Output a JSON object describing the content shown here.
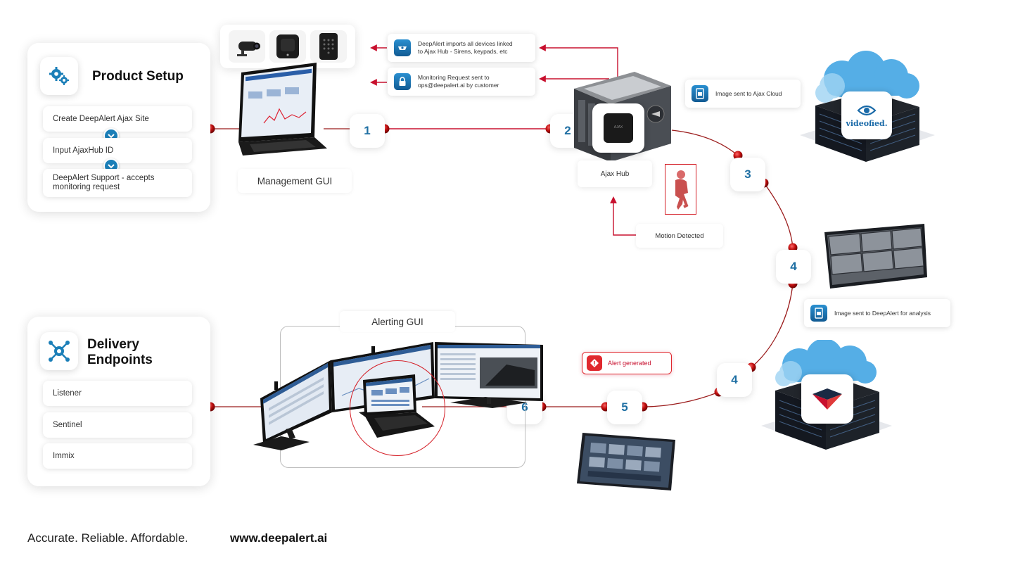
{
  "product_setup": {
    "title": "Product Setup",
    "steps": [
      "Create DeepAlert Ajax Site",
      "Input AjaxHub ID",
      "DeepAlert Support - accepts monitoring request"
    ]
  },
  "delivery": {
    "title_line1": "Delivery",
    "title_line2": "Endpoints",
    "items": [
      "Listener",
      "Sentinel",
      "Immix"
    ]
  },
  "labels": {
    "management_gui": "Management GUI",
    "alerting_gui": "Alerting GUI",
    "ajax_hub": "Ajax Hub",
    "motion_detected": "Motion Detected",
    "hub_brand": "AJAX",
    "videofied": "videofied."
  },
  "info": {
    "imports_line1": "DeepAlert imports all devices linked",
    "imports_line2": "to Ajax Hub - Sirens, keypads, etc",
    "monitoring_line1": "Monitoring Request sent to",
    "monitoring_line2": "ops@deepalert.ai by customer",
    "ajax_cloud": "Image sent to Ajax Cloud",
    "deepalert_analysis": "Image sent to DeepAlert for analysis",
    "alert_generated": "Alert generated"
  },
  "steps": {
    "s1": "1",
    "s2": "2",
    "s3": "3",
    "s4a": "4",
    "s4b": "4",
    "s5": "5",
    "s6": "6"
  },
  "footer": {
    "tagline": "Accurate. Reliable. Affordable.",
    "url": "www.deepalert.ai"
  },
  "colors": {
    "accent_red": "#c8102e",
    "connector_red": "#b31b1b",
    "brand_blue": "#1f6fa3"
  }
}
